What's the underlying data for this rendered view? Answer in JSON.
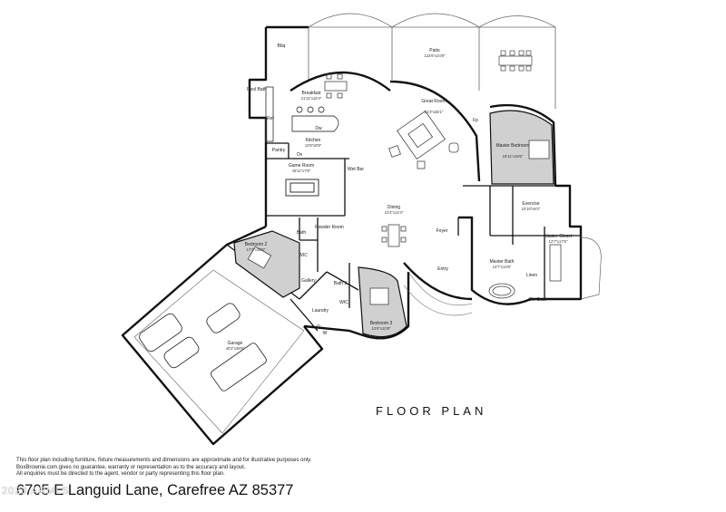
{
  "plan": {
    "title": "FLOOR PLAN",
    "address": "6705 E Languid Lane, Carefree AZ 85377",
    "watermark": "2023 ARMLS",
    "disclaimer": [
      "This floor plan including furniture, fixture measurements and dimensions are approximate and for illustrative purposes only.",
      "BoxBrownie.com gives no guarantee, warranty or representation as to the accuracy and layout.",
      "All enquiries must be directed to the agent, vendor or party representing this floor plan."
    ],
    "colors": {
      "wall": "#111111",
      "shaded_room": "#d0d0d0",
      "line": "#555555"
    },
    "rooms": {
      "bbq": {
        "name": "Bbq"
      },
      "patio": {
        "name": "Patio",
        "dim": "122'6\"x24'8\""
      },
      "pool_bath": {
        "name": "Pool Bath"
      },
      "breakfast": {
        "name": "Breakfast",
        "dim": "21'11\"x16'4\""
      },
      "ref": {
        "name": "Ref"
      },
      "kitchen": {
        "name": "Kitchen",
        "dim": "13'9\"x8'9\""
      },
      "dw": {
        "name": "Dw"
      },
      "pantry": {
        "name": "Pantry"
      },
      "ov": {
        "name": "Ov"
      },
      "great_room": {
        "name": "Great Room",
        "dim": "31'3\"x35'1\""
      },
      "fp": {
        "name": "Fp"
      },
      "master_bedroom": {
        "name": "Master Bedroom",
        "dim": "18'11\"x19'6\""
      },
      "game_room": {
        "name": "Game Room",
        "dim": "18'11\"x7'8\""
      },
      "wet_bar": {
        "name": "Wet Bar"
      },
      "dining": {
        "name": "Dining",
        "dim": "12'4\"x12'4\""
      },
      "exercise": {
        "name": "Exercise",
        "dim": "10'10\"x9'2\""
      },
      "master_closet": {
        "name": "Master Closet",
        "dim": "12'7\"x17'5\""
      },
      "bath_1": {
        "name": "Bath"
      },
      "powder_room": {
        "name": "Powder Room"
      },
      "foyer": {
        "name": "Foyer"
      },
      "bedroom_2": {
        "name": "Bedroom 2",
        "dim": "17'3\"x10'6\""
      },
      "wic_1": {
        "name": "WIC"
      },
      "master_bath": {
        "name": "Master Bath",
        "dim": "13'7\"x13'6\""
      },
      "linen": {
        "name": "Linen"
      },
      "shr_seat": {
        "name": "Shr Seat"
      },
      "entry": {
        "name": "Entry"
      },
      "gallery": {
        "name": "Gallery"
      },
      "bath_3": {
        "name": "Bath 3"
      },
      "wic_2": {
        "name": "WIC"
      },
      "laundry": {
        "name": "Laundry"
      },
      "bedroom_3": {
        "name": "Bedroom 3",
        "dim": "12'6\"x10'8\""
      },
      "dryer": {
        "name": "D"
      },
      "washer": {
        "name": "W"
      },
      "garage": {
        "name": "Garage",
        "dim": "40'2\"x38'6\""
      }
    }
  }
}
